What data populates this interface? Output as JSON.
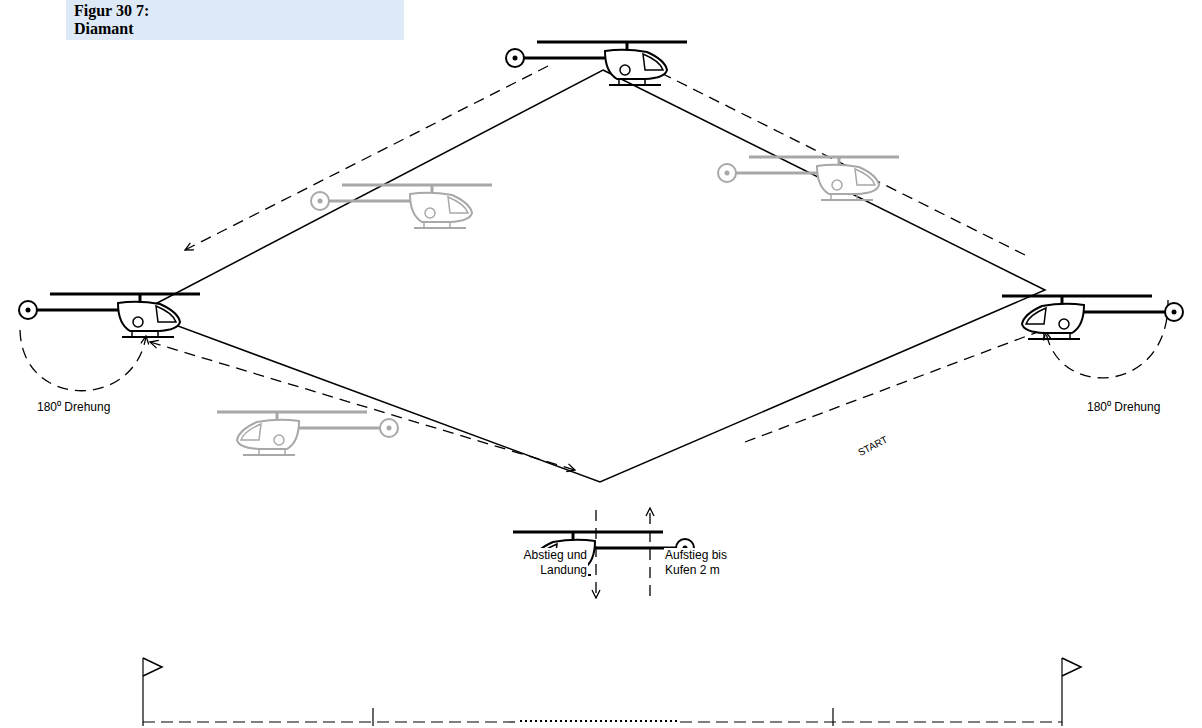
{
  "diagram": {
    "title": "Figur 30 7: Diamant",
    "labels": [
      "180⁰ Drehung",
      "180⁰ Drehung",
      "START",
      "Abstieg und Landung",
      "Aufstieg bis Kufen 2 m"
    ]
  }
}
